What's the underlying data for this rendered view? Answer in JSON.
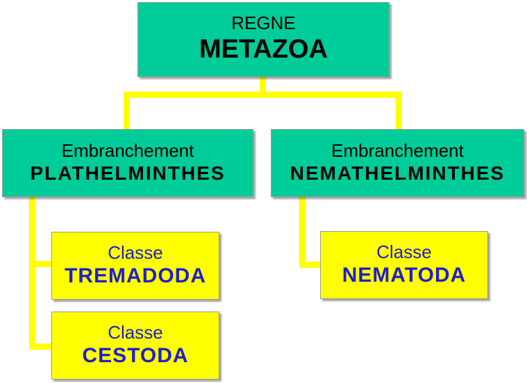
{
  "kingdom": {
    "rank": "REGNE",
    "name": "METAZOA"
  },
  "phyla": [
    {
      "rank": "Embranchement",
      "name": "PLATHELMINTHES",
      "classes": [
        {
          "rank": "Classe",
          "name": "TREMADODA"
        },
        {
          "rank": "Classe",
          "name": "CESTODA"
        }
      ]
    },
    {
      "rank": "Embranchement",
      "name": "NEMATHELMINTHES",
      "classes": [
        {
          "rank": "Classe",
          "name": "NEMATODA"
        }
      ]
    }
  ],
  "colors": {
    "green": "#00cc99",
    "yellow": "#ffff00",
    "blue_text": "#1f1fcc"
  }
}
